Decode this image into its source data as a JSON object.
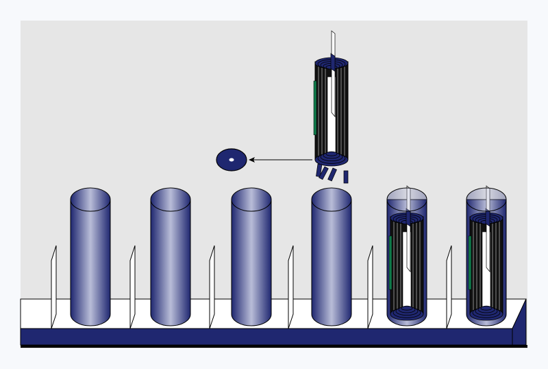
{
  "colors": {
    "page_background": "#f7f9fc",
    "panel_background": "#e6e6e6",
    "navy": "#1f2770",
    "tube_highlight": "#b9bdd8",
    "rack_top": "#ffffff",
    "green_strip": "#0f7a4a",
    "outline": "#000000"
  },
  "tubes": [
    {
      "state": "empty"
    },
    {
      "state": "empty"
    },
    {
      "state": "empty"
    },
    {
      "state": "empty"
    },
    {
      "state": "filled"
    },
    {
      "state": "filled"
    }
  ],
  "extracted_item": {
    "state": "lifted-out",
    "detached_part": "disc"
  }
}
